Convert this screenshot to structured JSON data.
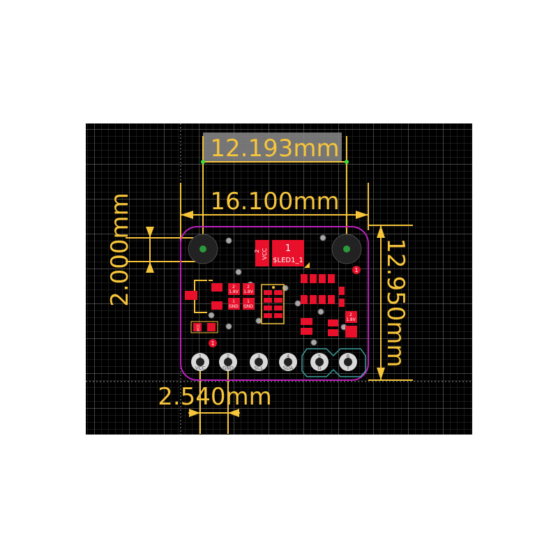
{
  "dimensions": {
    "top_width": "12.193mm",
    "board_width": "16.100mm",
    "board_height": "12.950mm",
    "hole_offset": "2.000mm",
    "pin_pitch": "2.540mm"
  },
  "silkscreen": {
    "led_designator": "$LED1_1",
    "led_pad1": "1",
    "led_pad2": "2",
    "led_pad2_net": "VCC",
    "cap_net_top": "1.8V",
    "cap_net_bottom": "GND",
    "cap_pin1": "1",
    "cap_pin2": "2",
    "small_cap_net": "VCC",
    "right_cap_net": "1.8V"
  },
  "pins": [
    {
      "number": "1",
      "label": "VCC"
    },
    {
      "number": "2",
      "label": "GND"
    },
    {
      "number": "3",
      "label": "SCL"
    },
    {
      "number": "4",
      "label": "SDA"
    },
    {
      "number": "5",
      "label": "G"
    },
    {
      "number": "6",
      "label": "I"
    }
  ],
  "error_markers": [
    "1",
    "1"
  ],
  "colors": {
    "background": "#000000",
    "dimension": "#f7c53a",
    "board_outline": "#c020c0",
    "pad_copper": "#e8102a",
    "via": "#a8a8a8",
    "silkscreen": "#ffffff",
    "keepout": "#3aa0a0"
  }
}
